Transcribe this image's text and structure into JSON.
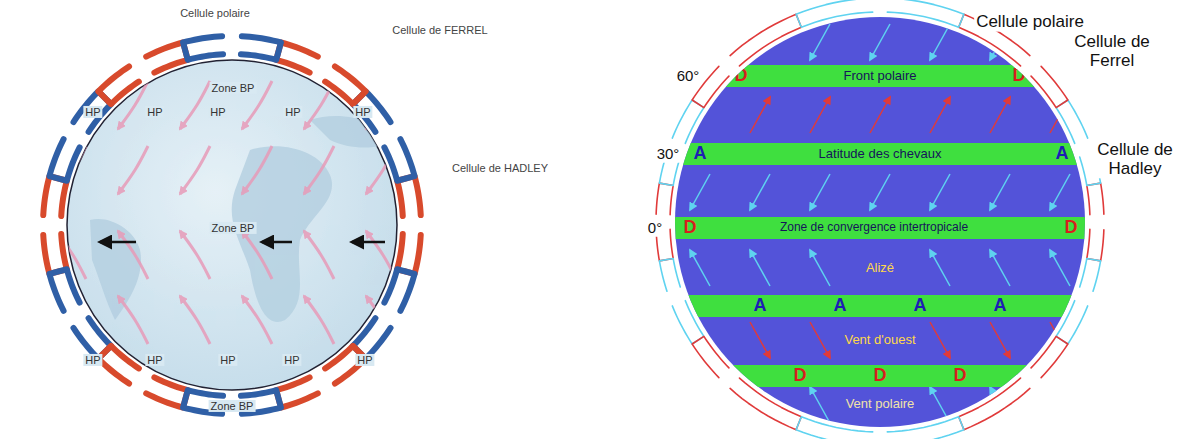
{
  "diagram": {
    "nodes": [
      {
        "text": [
          "Alizé",
          "Vent d'ouest",
          "Vent polaire"
        ]
      },
      {
        "text": [
          "D",
          "Front polaire",
          "D"
        ],
        "in": 0
      },
      {
        "text": [
          "A",
          "Latitude des chevaux",
          "A"
        ],
        "in": 0
      },
      {
        "text": [
          "D",
          "Zone de convergence intertropicale",
          "D"
        ],
        "in": 0
      },
      {
        "text": [
          "A",
          "A",
          "A",
          "A"
        ],
        "in": 0
      },
      {
        "text": [
          "D",
          "D",
          "D"
        ],
        "in": 0
      }
    ],
    "labels": [
      "Cellule polaire",
      "Cellule de FERREL",
      "Cellule de HADLEY",
      "Zone BP",
      "HP",
      "HP",
      "HP",
      "HP",
      "HP",
      "Zone BP",
      "HP",
      "HP",
      "HP",
      "HP",
      "HP",
      "Zone BP",
      "Cellule polaire",
      "Cellule de Ferrel",
      "Cellule de Hadley",
      "60°",
      "30°",
      "0°"
    ]
  }
}
